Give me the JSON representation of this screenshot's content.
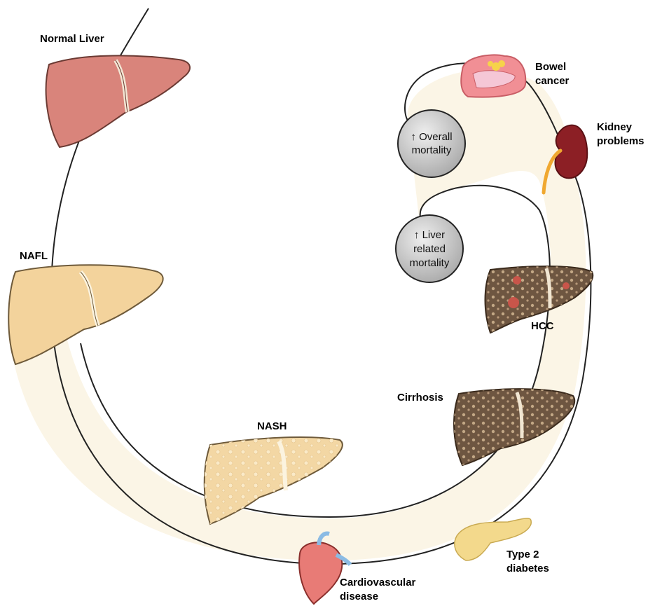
{
  "stages": {
    "normal": "Normal Liver",
    "nafl": "NAFL",
    "nash": "NASH",
    "cirrhosis": "Cirrhosis",
    "hcc": "HCC"
  },
  "outcomes": {
    "bowel": [
      "Bowel",
      "cancer"
    ],
    "kidney": [
      "Kidney",
      "problems"
    ],
    "diabetes": [
      "Type 2",
      "diabetes"
    ],
    "cardio": [
      "Cardiovascular",
      "disease"
    ]
  },
  "bubbles": {
    "overall": [
      "↑ Overall",
      "mortality"
    ],
    "liver": [
      "↑ Liver",
      "related",
      "mortality"
    ]
  },
  "colors": {
    "band": "#fbf5e6",
    "normal_liver": "#d9847b",
    "fatty_liver": "#f3d39c",
    "nash_liver": "#f3d7a4",
    "cirrhotic_liver": "#6e5641",
    "bubble": "#c7c7c7"
  }
}
